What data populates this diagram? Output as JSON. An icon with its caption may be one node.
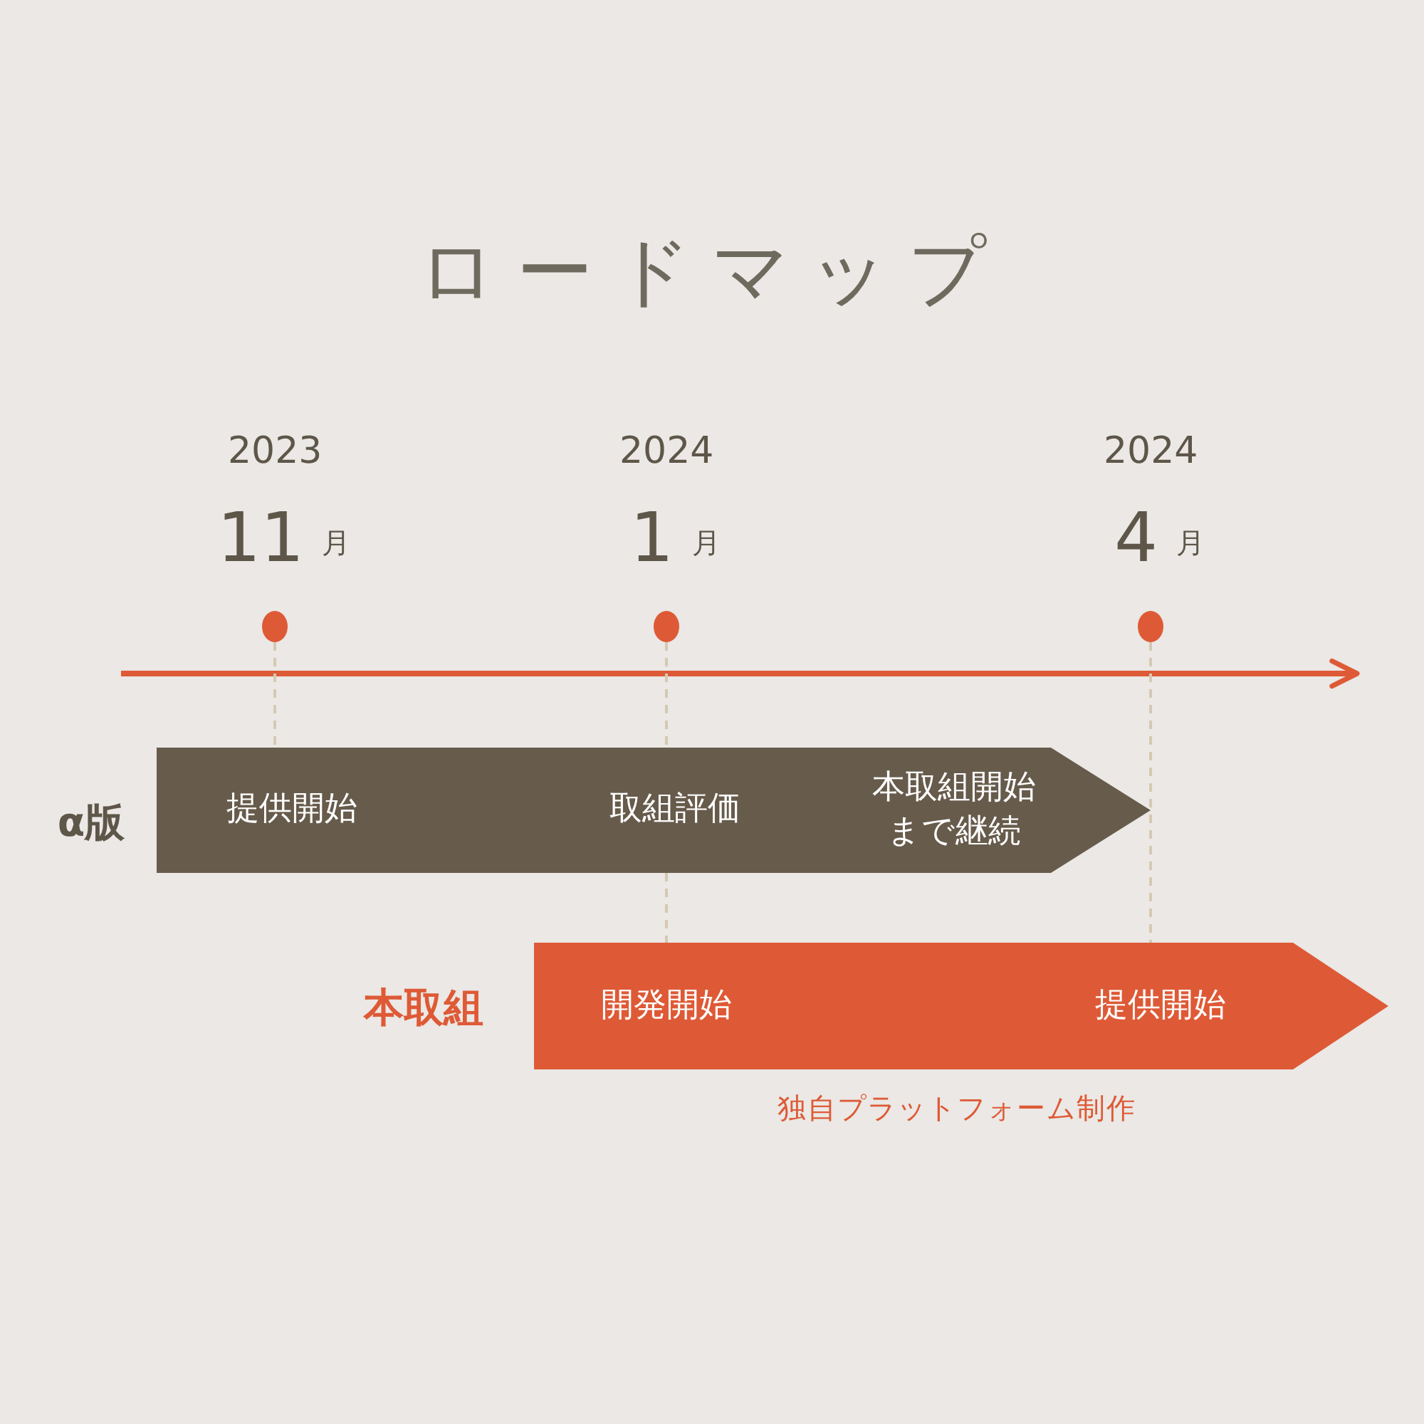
{
  "diagram": {
    "title": "ロードマップ",
    "nodes": [
      {
        "text": [
          "提供開始",
          "取組評価",
          "本取組開始まで継続"
        ],
        "beside": [
          "α版"
        ]
      },
      {
        "text": [
          "開発開始",
          "提供開始"
        ],
        "beside": [
          "本取組",
          "独自プラットフォーム制作"
        ]
      },
      {
        "text": [],
        "shape": "circle",
        "beside": [
          "2023",
          "11",
          "月"
        ]
      },
      {
        "text": [],
        "shape": "circle",
        "beside": [
          "2024",
          "1",
          "月"
        ]
      },
      {
        "text": [],
        "shape": "circle",
        "beside": [
          "2024",
          "4",
          "月"
        ]
      }
    ],
    "edges": [
      {
        "from": 2,
        "to": 0,
        "arrow": "none",
        "style": "dashed"
      },
      {
        "from": 3,
        "to": 0,
        "arrow": "none",
        "style": "dashed"
      },
      {
        "from": 0,
        "to": 1,
        "arrow": "none",
        "style": "dashed"
      },
      {
        "from": 4,
        "to": 1,
        "arrow": "none",
        "style": "dashed"
      }
    ]
  }
}
